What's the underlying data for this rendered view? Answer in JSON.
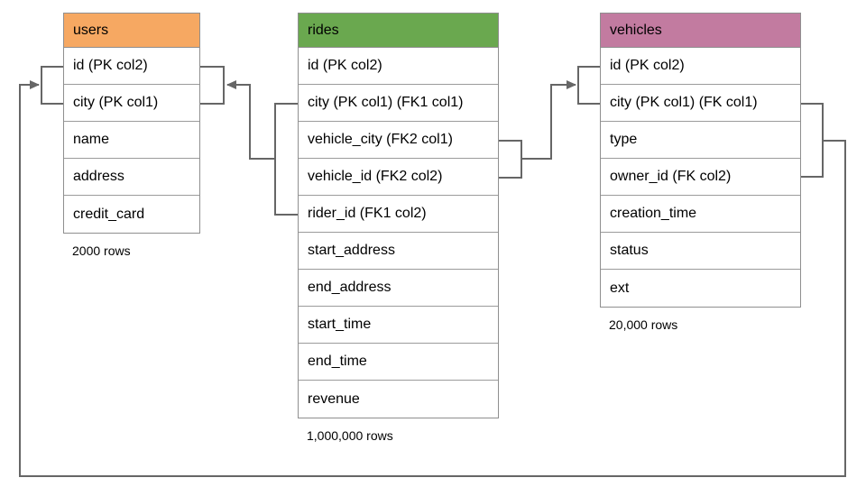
{
  "diagram": {
    "tables": [
      {
        "name": "users",
        "header_color": "#F6A862",
        "columns": [
          "id (PK col2)",
          "city (PK col1)",
          "name",
          "address",
          "credit_card"
        ],
        "row_count_label": "2000 rows"
      },
      {
        "name": "rides",
        "header_color": "#6AA84F",
        "columns": [
          "id (PK col2)",
          "city (PK col1) (FK1 col1)",
          "vehicle_city (FK2 col1)",
          "vehicle_id (FK2 col2)",
          "rider_id (FK1 col2)",
          "start_address",
          "end_address",
          "start_time",
          "end_time",
          "revenue"
        ],
        "row_count_label": "1,000,000 rows"
      },
      {
        "name": "vehicles",
        "header_color": "#C27BA0",
        "columns": [
          "id (PK col2)",
          "city (PK col1) (FK col1)",
          "type",
          "owner_id (FK col2)",
          "creation_time",
          "status",
          "ext"
        ],
        "row_count_label": "20,000 rows"
      }
    ],
    "relationships": [
      {
        "name": "FK1",
        "from": "rides (city, rider_id)",
        "to": "users (city, id)"
      },
      {
        "name": "FK2",
        "from": "rides (vehicle_city, vehicle_id)",
        "to": "vehicles (city, id)"
      },
      {
        "name": "FK",
        "from": "vehicles (city, owner_id)",
        "to": "users (city, id)"
      }
    ],
    "line_color": "#666666"
  }
}
